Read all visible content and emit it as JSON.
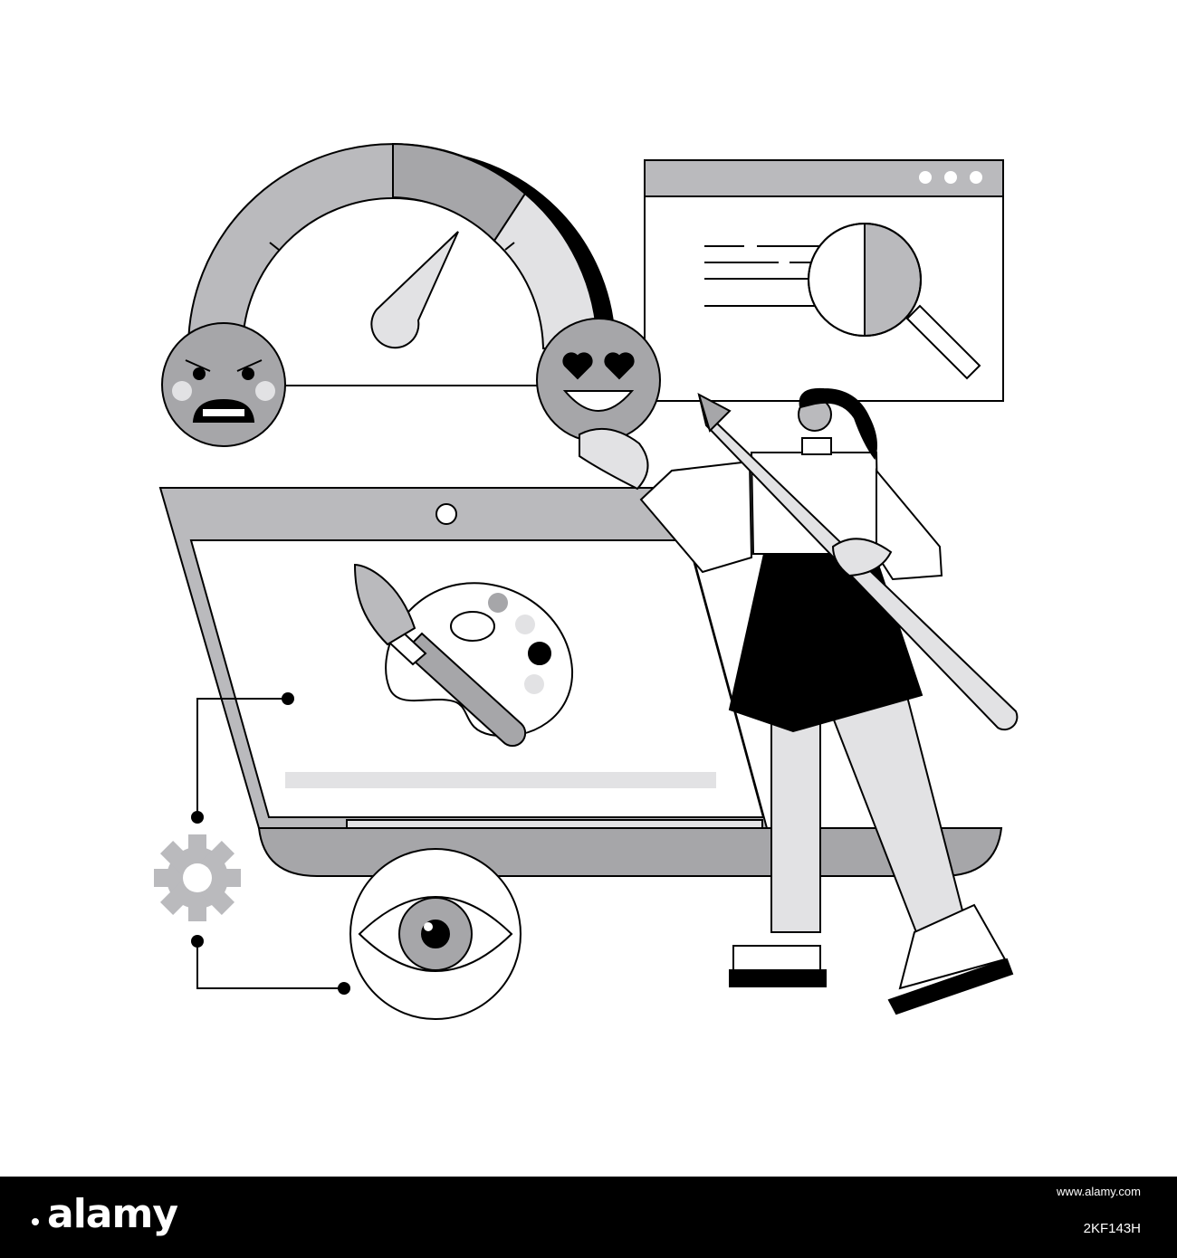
{
  "watermark": {
    "logo_text": "alamy",
    "url": "www.alamy.com",
    "image_id": "2KF143H"
  },
  "palette": {
    "background": "#ffffff",
    "light_gray": "#e2e2e4",
    "mid_gray": "#bababd",
    "dark_gray": "#a6a6a9",
    "ink": "#000000"
  },
  "icons": [
    "satisfaction-gauge-icon",
    "angry-face-icon",
    "heart-eyes-face-icon",
    "browser-window-icon",
    "magnifier-icon",
    "laptop-icon",
    "paintbrush-icon",
    "palette-icon",
    "gear-icon",
    "eye-icon",
    "pencil-icon"
  ]
}
